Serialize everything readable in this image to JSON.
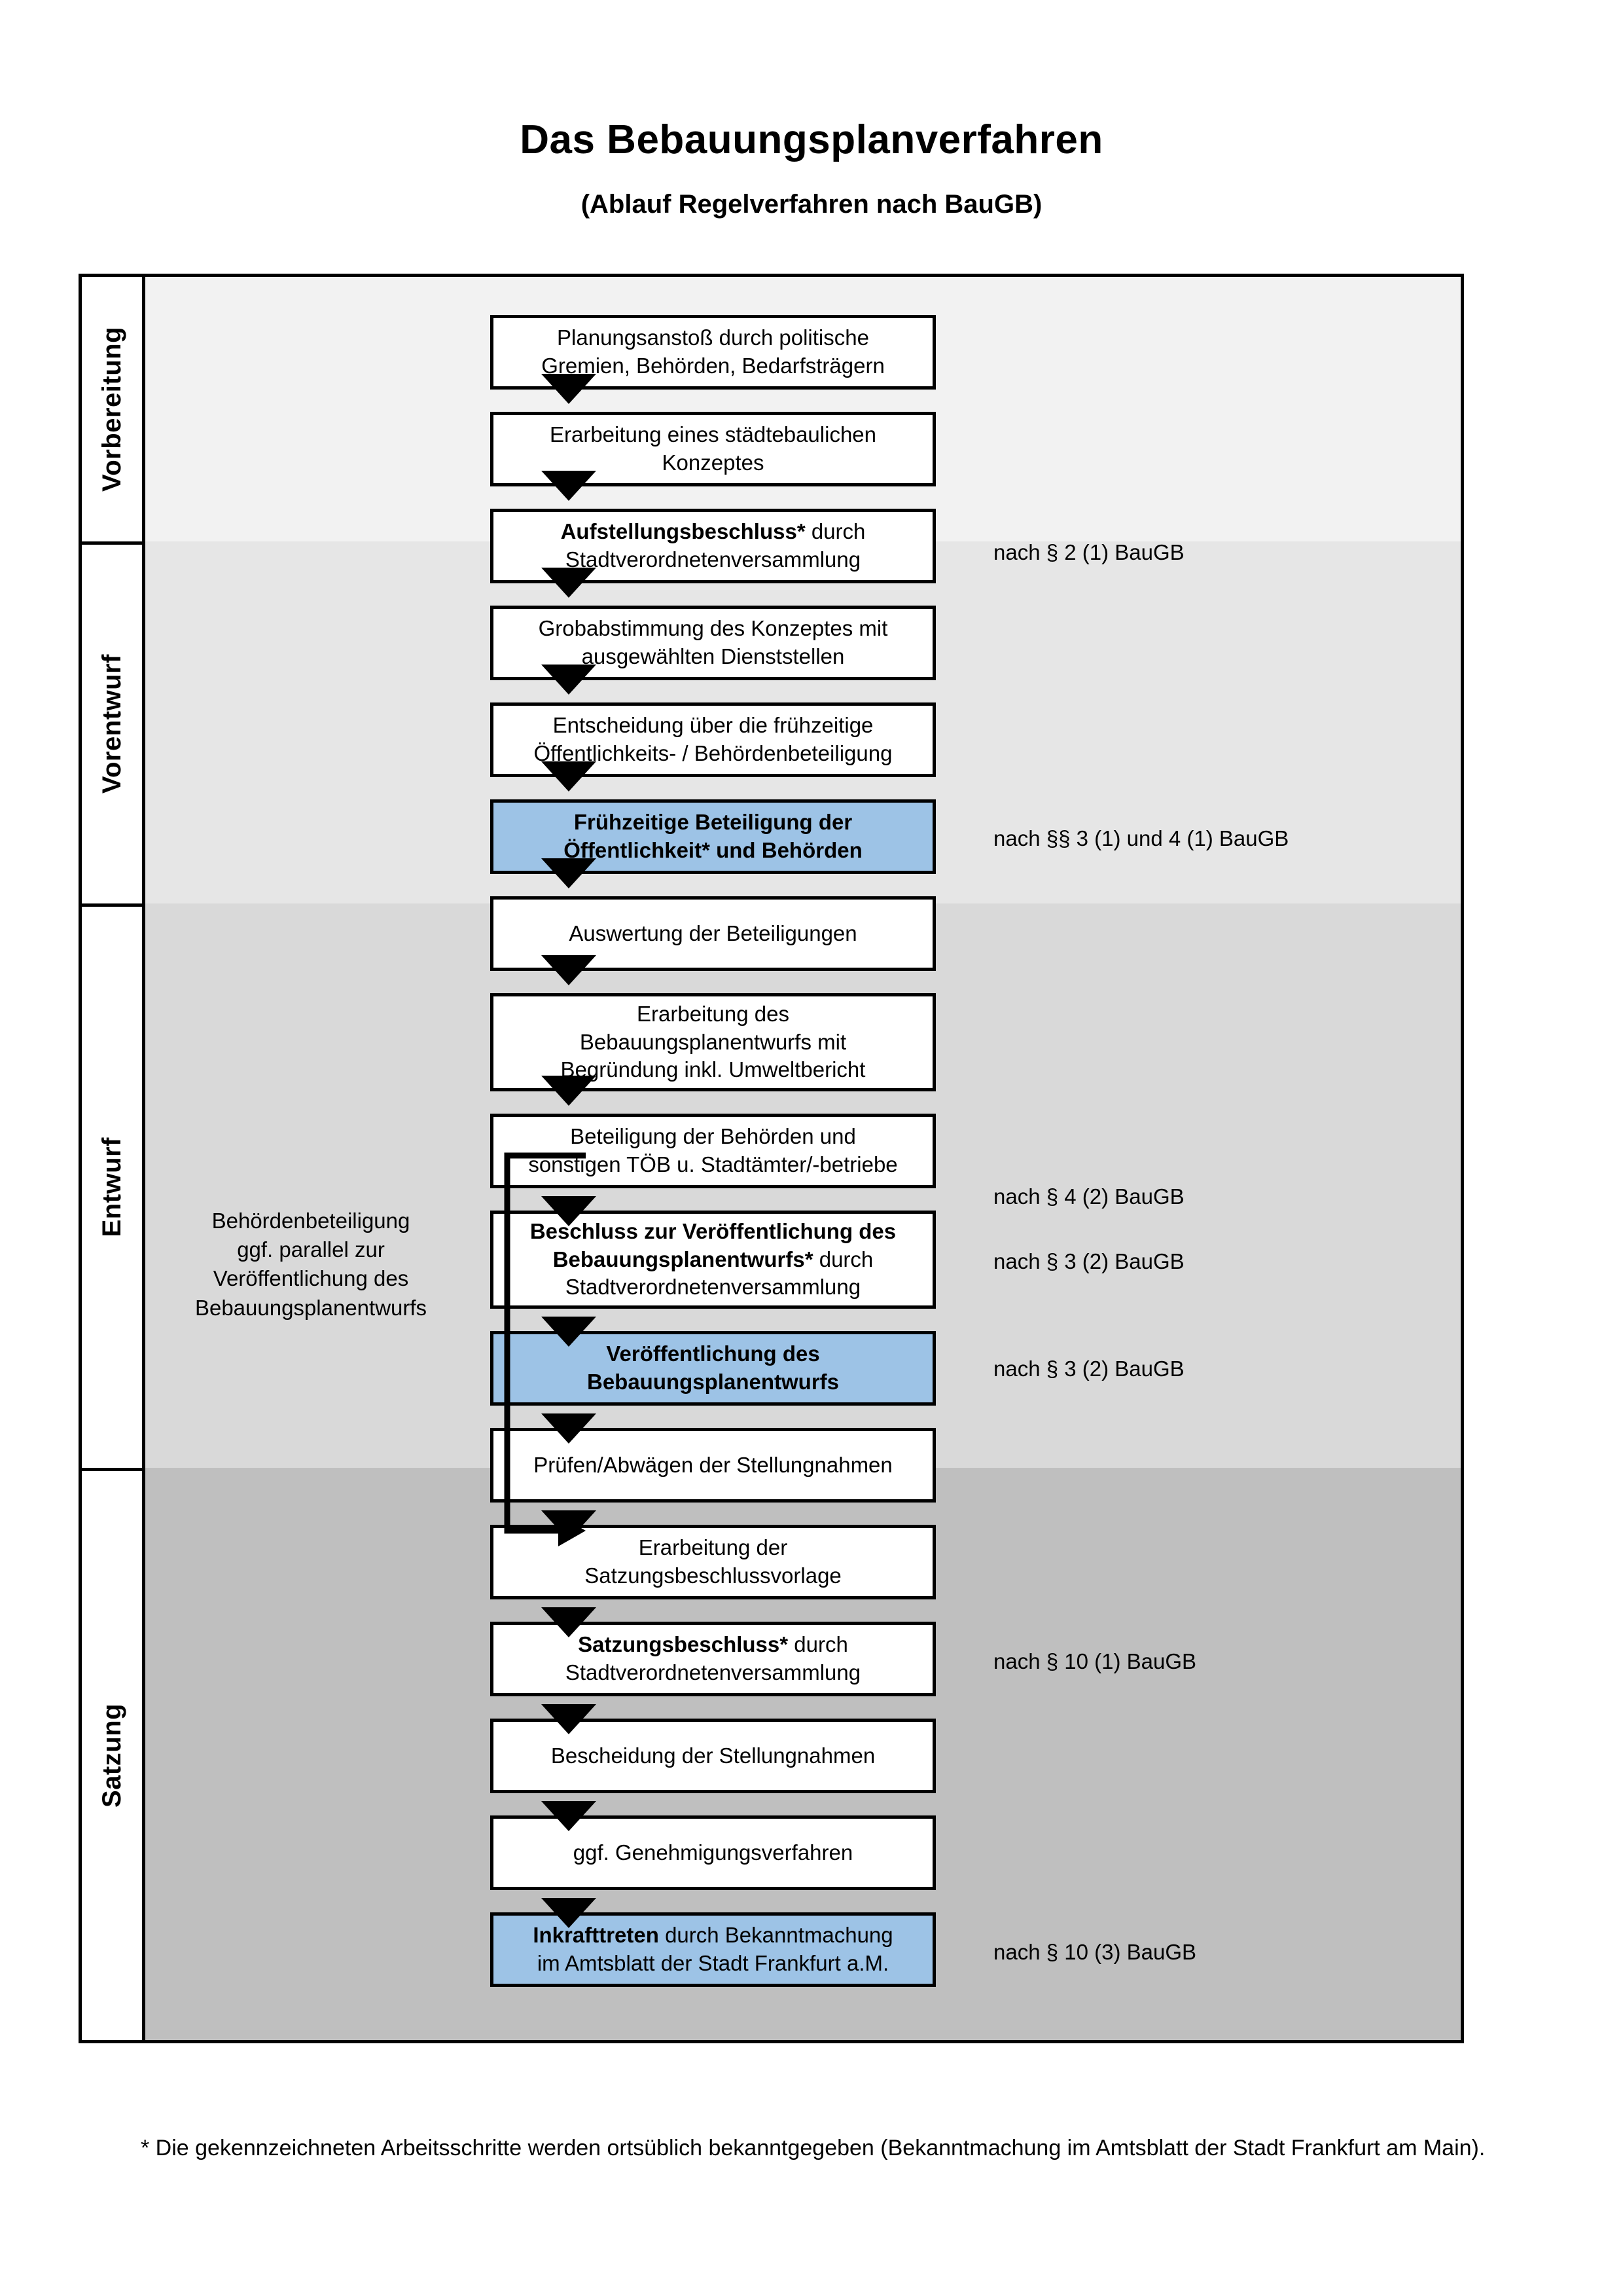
{
  "document": {
    "title": "Das Bebauungsplanverfahren",
    "subtitle": "(Ablauf Regelverfahren nach BauGB)",
    "footnote": "* Die gekennzeichneten Arbeitsschritte werden ortsüblich bekanntgegeben (Bekanntmachung im Amtsblatt  der Stadt Frankfurt am Main)."
  },
  "colors": {
    "highlight_box": "#9DC3E6",
    "band_vorbereitung": "#F2F2F2",
    "band_vorentwurf": "#E6E6E6",
    "band_entwurf": "#D9D9D9",
    "band_satzung": "#BFBFBF",
    "border": "#000000"
  },
  "phases": [
    {
      "id": "vorbereitung",
      "label": "Vorbereitung"
    },
    {
      "id": "vorentwurf",
      "label": "Vorentwurf"
    },
    {
      "id": "entwurf",
      "label": "Entwurf"
    },
    {
      "id": "satzung",
      "label": "Satzung"
    }
  ],
  "steps": [
    {
      "id": "planungsanstoss",
      "phase": "vorbereitung",
      "highlight": false,
      "lines": [
        {
          "text": "Planungsanstoß durch politische",
          "bold": false
        },
        {
          "text": "Gremien, Behörden, Bedarfsträgern",
          "bold": false
        }
      ]
    },
    {
      "id": "staedtebauliches-konzept",
      "phase": "vorbereitung",
      "highlight": false,
      "lines": [
        {
          "text": "Erarbeitung eines städtebaulichen",
          "bold": false
        },
        {
          "text": "Konzeptes",
          "bold": false
        }
      ]
    },
    {
      "id": "aufstellungsbeschluss",
      "phase": "vorbereitung",
      "highlight": false,
      "lines": [
        {
          "text": "Aufstellungsbeschluss*",
          "bold": true
        },
        {
          "text": " durch",
          "bold": false
        },
        {
          "text": "\n",
          "bold": false
        },
        {
          "text": "Stadtverordnetenversammlung",
          "bold": false
        }
      ]
    },
    {
      "id": "grobabstimmung",
      "phase": "vorentwurf",
      "highlight": false,
      "lines": [
        {
          "text": "Grobabstimmung des Konzeptes mit",
          "bold": false
        },
        {
          "text": "ausgewählten Dienststellen",
          "bold": false
        }
      ]
    },
    {
      "id": "entscheidung-fruehzeitig",
      "phase": "vorentwurf",
      "highlight": false,
      "lines": [
        {
          "text": "Entscheidung über die frühzeitige",
          "bold": false
        },
        {
          "text": "Öffentlichkeits- / Behördenbeteiligung",
          "bold": false
        }
      ]
    },
    {
      "id": "fruehzeitige-beteiligung",
      "phase": "vorentwurf",
      "highlight": true,
      "lines": [
        {
          "text": "Frühzeitige Beteiligung der",
          "bold": true
        },
        {
          "text": "Öffentlichkeit* und Behörden",
          "bold": true
        }
      ]
    },
    {
      "id": "auswertung-beteiligungen",
      "phase": "entwurf",
      "highlight": false,
      "lines": [
        {
          "text": "Auswertung der Beteiligungen",
          "bold": false
        }
      ]
    },
    {
      "id": "erarbeitung-bplan-entwurf",
      "phase": "entwurf",
      "highlight": false,
      "lines": [
        {
          "text": "Erarbeitung des",
          "bold": false
        },
        {
          "text": "Bebauungsplanentwurfs mit",
          "bold": false
        },
        {
          "text": "Begründung inkl. Umweltbericht",
          "bold": false
        }
      ]
    },
    {
      "id": "beteiligung-behoerden-toeb",
      "phase": "entwurf",
      "highlight": false,
      "lines": [
        {
          "text": "Beteiligung der Behörden und",
          "bold": false
        },
        {
          "text": "sonstigen TÖB u. Stadtämter/-betriebe",
          "bold": false
        }
      ]
    },
    {
      "id": "beschluss-veroeffentlichung",
      "phase": "entwurf",
      "highlight": false,
      "lines": [
        {
          "text": "Beschluss zur Veröffentlichung des",
          "bold": true
        },
        {
          "text": "Bebauungsplanentwurfs*",
          "bold": true
        },
        {
          "text": " durch",
          "bold": false
        },
        {
          "text": "Stadtverordnetenversammlung",
          "bold": false
        }
      ]
    },
    {
      "id": "veroeffentlichung-entwurf",
      "phase": "entwurf",
      "highlight": true,
      "lines": [
        {
          "text": "Veröffentlichung des",
          "bold": true
        },
        {
          "text": "Bebauungsplanentwurfs",
          "bold": true
        }
      ]
    },
    {
      "id": "pruefen-abwaegen",
      "phase": "satzung",
      "highlight": false,
      "lines": [
        {
          "text": "Prüfen/Abwägen der Stellungnahmen",
          "bold": false
        }
      ]
    },
    {
      "id": "erarbeitung-satzungsvorlage",
      "phase": "satzung",
      "highlight": false,
      "lines": [
        {
          "text": "Erarbeitung der",
          "bold": false
        },
        {
          "text": "Satzungsbeschlussvorlage",
          "bold": false
        }
      ]
    },
    {
      "id": "satzungsbeschluss",
      "phase": "satzung",
      "highlight": false,
      "lines": [
        {
          "text": "Satzungsbeschluss*",
          "bold": true
        },
        {
          "text": " durch",
          "bold": false
        },
        {
          "text": "Stadtverordnetenversammlung",
          "bold": false
        }
      ]
    },
    {
      "id": "bescheidung-stellungnahmen",
      "phase": "satzung",
      "highlight": false,
      "lines": [
        {
          "text": "Bescheidung der Stellungnahmen",
          "bold": false
        }
      ]
    },
    {
      "id": "genehmigungsverfahren",
      "phase": "satzung",
      "highlight": false,
      "lines": [
        {
          "text": "ggf. Genehmigungsverfahren",
          "bold": false
        }
      ]
    },
    {
      "id": "inkrafttreten",
      "phase": "satzung",
      "highlight": true,
      "lines": [
        {
          "text": "Inkrafttreten",
          "bold": true
        },
        {
          "text": " durch Bekanntmachung",
          "bold": false
        },
        {
          "text": "im Amtsblatt der Stadt Frankfurt a.M.",
          "bold": false
        }
      ]
    }
  ],
  "box_texts": {
    "planungsanstoss_l1": "Planungsanstoß durch politische",
    "planungsanstoss_l2": "Gremien, Behörden, Bedarfsträgern",
    "konzept_l1": "Erarbeitung eines städtebaulichen",
    "konzept_l2": "Konzeptes",
    "aufstellung_bold": "Aufstellungsbeschluss*",
    "aufstellung_rest": " durch",
    "aufstellung_l2": "Stadtverordnetenversammlung",
    "grobabstimmung_l1": "Grobabstimmung des Konzeptes mit",
    "grobabstimmung_l2": "ausgewählten Dienststellen",
    "entscheidung_l1": "Entscheidung über die frühzeitige",
    "entscheidung_l2": "Öffentlichkeits- / Behördenbeteiligung",
    "fruehzeitig_l1": "Frühzeitige Beteiligung der",
    "fruehzeitig_l2": "Öffentlichkeit* und Behörden",
    "auswertung_l1": "Auswertung der Beteiligungen",
    "erarbeitung_bplan_l1": "Erarbeitung des",
    "erarbeitung_bplan_l2": "Bebauungsplanentwurfs mit",
    "erarbeitung_bplan_l3": "Begründung inkl. Umweltbericht",
    "beteiligung_toeb_l1": "Beteiligung der Behörden und",
    "beteiligung_toeb_l2": "sonstigen TÖB u. Stadtämter/-betriebe",
    "beschluss_veroeff_bold1": "Beschluss zur Veröffentlichung des",
    "beschluss_veroeff_bold2": "Bebauungsplanentwurfs*",
    "beschluss_veroeff_rest": " durch",
    "beschluss_veroeff_l3": "Stadtverordnetenversammlung",
    "veroeff_entwurf_l1": "Veröffentlichung des",
    "veroeff_entwurf_l2": "Bebauungsplanentwurfs",
    "pruefen_l1": "Prüfen/Abwägen der Stellungnahmen",
    "satzungsvorlage_l1": "Erarbeitung der",
    "satzungsvorlage_l2": "Satzungsbeschlussvorlage",
    "satzungsbeschluss_bold": "Satzungsbeschluss*",
    "satzungsbeschluss_rest": " durch",
    "satzungsbeschluss_l2": "Stadtverordnetenversammlung",
    "bescheidung_l1": "Bescheidung der Stellungnahmen",
    "genehmigung_l1": "ggf. Genehmigungsverfahren",
    "inkrafttreten_bold": "Inkrafttreten",
    "inkrafttreten_rest": " durch Bekanntmachung",
    "inkrafttreten_l2": "im Amtsblatt der Stadt Frankfurt a.M."
  },
  "side_notes": [
    {
      "id": "note-para-2-1",
      "text": "nach § 2 (1) BauGB"
    },
    {
      "id": "note-para-3-1-4-1",
      "text": "nach §§ 3 (1) und 4 (1) BauGB"
    },
    {
      "id": "note-para-4-2",
      "text": "nach § 4 (2) BauGB"
    },
    {
      "id": "note-para-3-2-a",
      "text": "nach § 3 (2) BauGB"
    },
    {
      "id": "note-para-3-2-b",
      "text": "nach § 3 (2) BauGB"
    },
    {
      "id": "note-para-10-1",
      "text": "nach § 10 (1) BauGB"
    },
    {
      "id": "note-para-10-3",
      "text": "nach § 10 (3) BauGB"
    }
  ],
  "parallel_note": {
    "l1": "Behördenbeteiligung",
    "l2": "ggf. parallel zur",
    "l3": "Veröffentlichung des",
    "l4": "Bebauungsplanentwurfs"
  }
}
